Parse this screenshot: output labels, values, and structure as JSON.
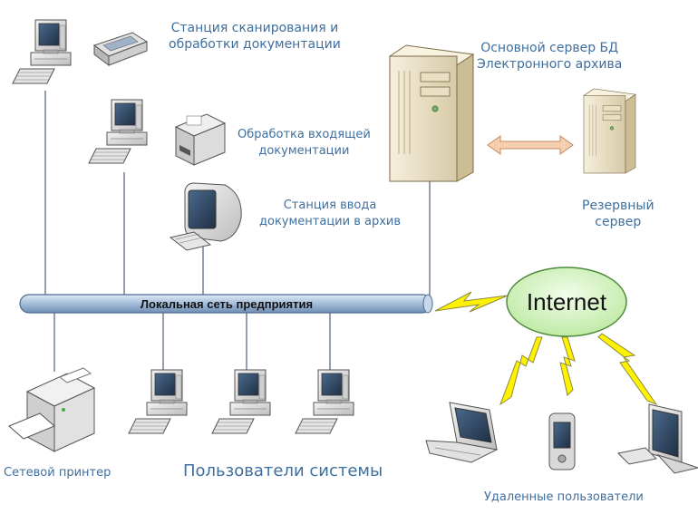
{
  "labels": {
    "scan_station": [
      "Станция сканирования и",
      "обработки документации"
    ],
    "incoming": [
      "Обработка входящей",
      "документации"
    ],
    "input_station": [
      "Станция ввода",
      "документации в архив"
    ],
    "main_server": [
      "Основной сервер БД",
      "Электронного архива"
    ],
    "backup_server": [
      "Резервный",
      "сервер"
    ],
    "network_printer": "Сетевой принтер",
    "system_users": "Пользователи системы",
    "remote_users": "Удаленные пользователи"
  },
  "network": {
    "lan_label": "Локальная сеть предприятия",
    "internet_label": "Internet"
  },
  "colors": {
    "label_text": "#3f6f9f",
    "lan_pipe": "#a9c1dc",
    "internet_fill": "#d6f5c6",
    "lightning": "#fff200",
    "arrow": "#f6cfb0",
    "server_body": "#efe6cf"
  },
  "icons": [
    "workstation-icon",
    "scanner-icon",
    "printer-icon",
    "crt-monitor-icon",
    "server-tower-icon",
    "laptop-icon",
    "pda-icon",
    "lcd-monitor-icon",
    "lightning-icon",
    "double-arrow-icon",
    "cloud-ellipse-icon"
  ]
}
